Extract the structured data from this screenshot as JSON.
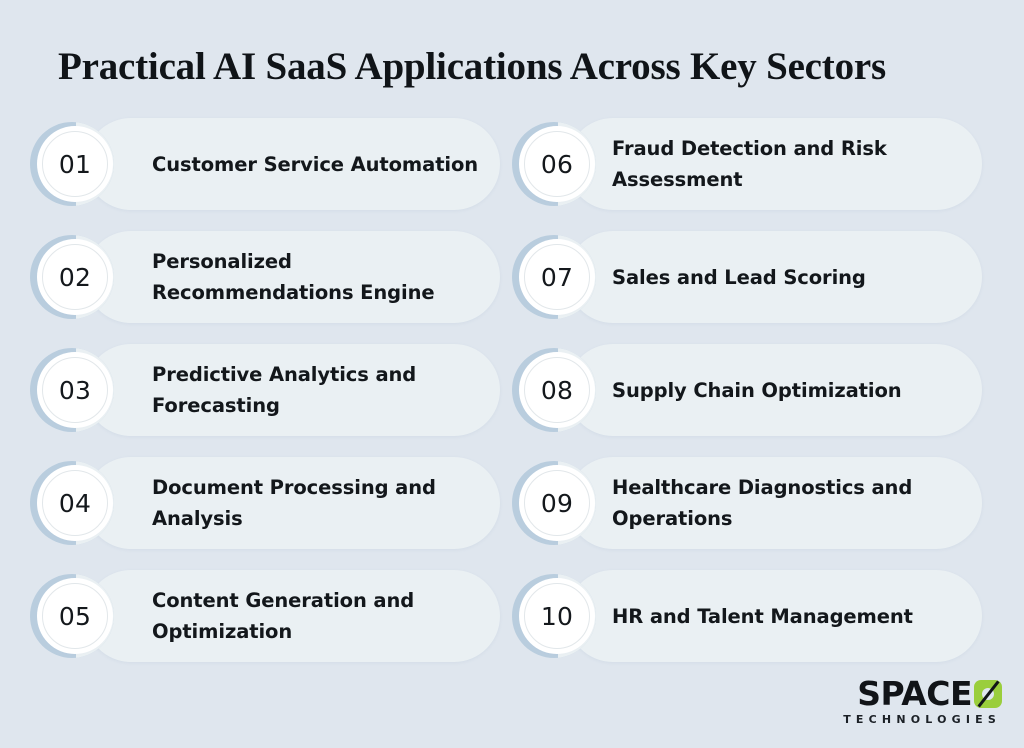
{
  "page": {
    "title": "Practical AI SaaS Applications Across Key Sectors",
    "background_color": "#dfe6ee",
    "card_color": "#eaf0f3",
    "accent_color": "#b9cdde",
    "text_color": "#13171b"
  },
  "list": {
    "left_column": [
      {
        "number": "01",
        "label": "Customer Service Automation"
      },
      {
        "number": "02",
        "label": "Personalized Recommendations Engine"
      },
      {
        "number": "03",
        "label": "Predictive Analytics and Forecasting"
      },
      {
        "number": "04",
        "label": "Document Processing and Analysis"
      },
      {
        "number": "05",
        "label": "Content Generation and Optimization"
      }
    ],
    "right_column": [
      {
        "number": "06",
        "label": "Fraud Detection and Risk Assessment"
      },
      {
        "number": "07",
        "label": "Sales and Lead Scoring"
      },
      {
        "number": "08",
        "label": "Supply Chain Optimization"
      },
      {
        "number": "09",
        "label": "Healthcare Diagnostics and Operations"
      },
      {
        "number": "10",
        "label": "HR and Talent Management"
      }
    ]
  },
  "logo": {
    "word": "SPACE",
    "mark": "slashed-circle-icon",
    "mark_color": "#9ace3c",
    "subtitle": "TECHNOLOGIES"
  }
}
